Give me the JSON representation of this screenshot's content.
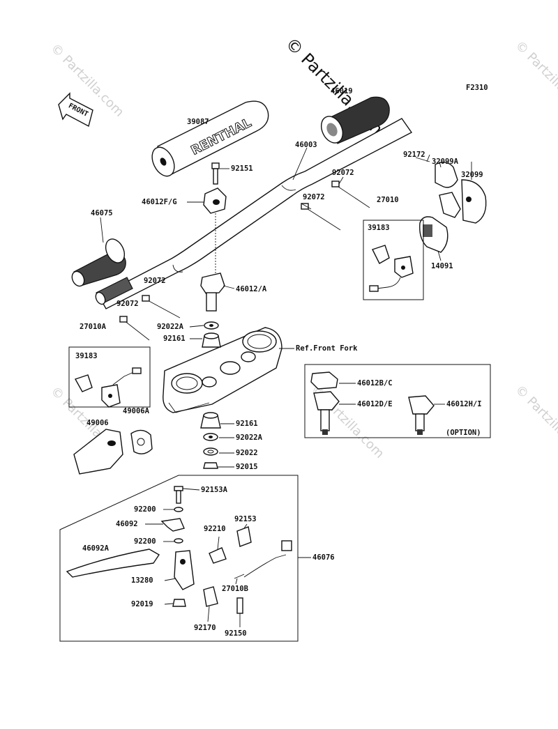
{
  "figure_code": "F2310",
  "watermark": "© Partzilla.com",
  "front_arrow": "FRONT",
  "option_label": "(OPTION)",
  "grip_brand": "RENTHAL",
  "labels": [
    {
      "id": "p46019",
      "text": "46019"
    },
    {
      "id": "p39087",
      "text": "39087"
    },
    {
      "id": "p46003",
      "text": "46003"
    },
    {
      "id": "p92151",
      "text": "92151"
    },
    {
      "id": "p46012fg",
      "text": "46012F/G"
    },
    {
      "id": "p92072a",
      "text": "92072"
    },
    {
      "id": "p92072b",
      "text": "92072"
    },
    {
      "id": "p92172",
      "text": "92172"
    },
    {
      "id": "p32099a",
      "text": "32099A"
    },
    {
      "id": "p32099",
      "text": "32099"
    },
    {
      "id": "p27010",
      "text": "27010"
    },
    {
      "id": "p39183a",
      "text": "39183"
    },
    {
      "id": "p46075",
      "text": "46075"
    },
    {
      "id": "p14091",
      "text": "14091"
    },
    {
      "id": "p92072c",
      "text": "92072"
    },
    {
      "id": "p46012a",
      "text": "46012/A"
    },
    {
      "id": "p92072d",
      "text": "92072"
    },
    {
      "id": "p92022a1",
      "text": "92022A"
    },
    {
      "id": "p27010a",
      "text": "27010A"
    },
    {
      "id": "p92161a",
      "text": "92161"
    },
    {
      "id": "pfork",
      "text": "Ref.Front Fork"
    },
    {
      "id": "p39183b",
      "text": "39183"
    },
    {
      "id": "p46012bc",
      "text": "46012B/C"
    },
    {
      "id": "p46012de",
      "text": "46012D/E"
    },
    {
      "id": "p46012hi",
      "text": "46012H/I"
    },
    {
      "id": "p49006",
      "text": "49006"
    },
    {
      "id": "p49006a",
      "text": "49006A"
    },
    {
      "id": "p92161b",
      "text": "92161"
    },
    {
      "id": "p92022a2",
      "text": "92022A"
    },
    {
      "id": "p92022",
      "text": "92022"
    },
    {
      "id": "p92015",
      "text": "92015"
    },
    {
      "id": "p92153a",
      "text": "92153A"
    },
    {
      "id": "p92200a",
      "text": "92200"
    },
    {
      "id": "p46092",
      "text": "46092"
    },
    {
      "id": "p92210",
      "text": "92210"
    },
    {
      "id": "p92153",
      "text": "92153"
    },
    {
      "id": "p92200b",
      "text": "92200"
    },
    {
      "id": "p46092a",
      "text": "46092A"
    },
    {
      "id": "p46076",
      "text": "46076"
    },
    {
      "id": "p13280",
      "text": "13280"
    },
    {
      "id": "p27010b",
      "text": "27010B"
    },
    {
      "id": "p92019",
      "text": "92019"
    },
    {
      "id": "p92170",
      "text": "92170"
    },
    {
      "id": "p92150",
      "text": "92150"
    }
  ]
}
